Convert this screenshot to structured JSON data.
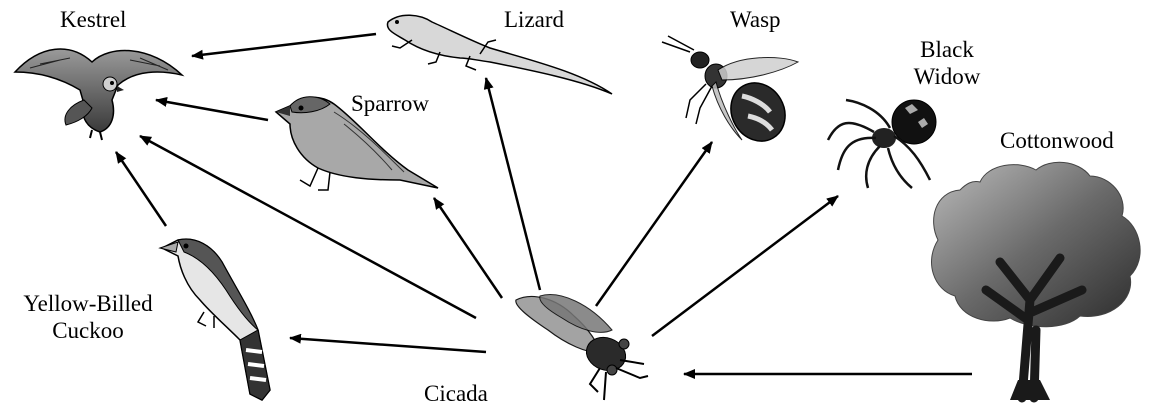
{
  "colors": {
    "ink": "#000000",
    "paper": "#ffffff"
  },
  "organisms": {
    "kestrel": {
      "label": "Kestrel",
      "icon": "kestrel-icon"
    },
    "lizard": {
      "label": "Lizard",
      "icon": "lizard-icon"
    },
    "wasp": {
      "label": "Wasp",
      "icon": "wasp-icon"
    },
    "black_widow": {
      "label_line1": "Black",
      "label_line2": "Widow",
      "icon": "spider-icon"
    },
    "sparrow": {
      "label": "Sparrow",
      "icon": "sparrow-icon"
    },
    "cottonwood": {
      "label": "Cottonwood",
      "icon": "tree-icon"
    },
    "cuckoo": {
      "label_line1": "Yellow-Billed",
      "label_line2": "Cuckoo",
      "icon": "cuckoo-icon"
    },
    "cicada": {
      "label": "Cicada",
      "icon": "cicada-icon"
    }
  },
  "arrows": [
    {
      "from": "cottonwood",
      "to": "cicada"
    },
    {
      "from": "cicada",
      "to": "cuckoo"
    },
    {
      "from": "cicada",
      "to": "kestrel"
    },
    {
      "from": "cicada",
      "to": "sparrow"
    },
    {
      "from": "cicada",
      "to": "lizard"
    },
    {
      "from": "cicada",
      "to": "wasp"
    },
    {
      "from": "cicada",
      "to": "black_widow"
    },
    {
      "from": "lizard",
      "to": "kestrel"
    },
    {
      "from": "sparrow",
      "to": "kestrel"
    },
    {
      "from": "cuckoo",
      "to": "kestrel"
    }
  ]
}
